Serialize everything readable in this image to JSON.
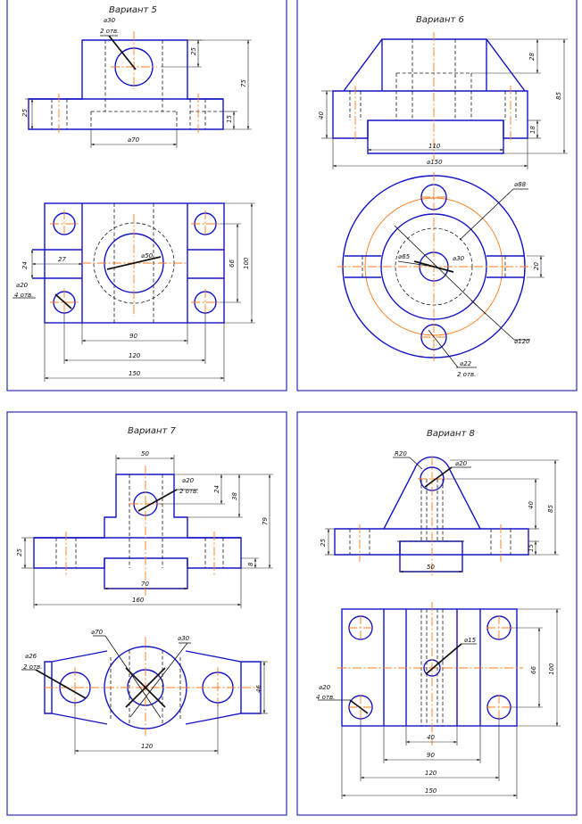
{
  "colors": {
    "frame": "#2b2bb8",
    "outline": "#1515c8",
    "centerline": "#ff7a1a",
    "dimension": "#222222"
  },
  "variants": [
    {
      "title": "Вариант 5",
      "dims": [
        "⌀30",
        "2 отв.",
        "25",
        "75",
        "25",
        "15",
        "⌀70",
        "⌀50",
        "24",
        "27",
        "66",
        "100",
        "⌀20",
        "4 отв.",
        "90",
        "120",
        "150"
      ]
    },
    {
      "title": "Вариант 6",
      "dims": [
        "28",
        "85",
        "40",
        "18",
        "110",
        "⌀150",
        "⌀88",
        "⌀65",
        "⌀30",
        "20",
        "⌀120",
        "⌀22",
        "2 отв."
      ]
    },
    {
      "title": "Вариант 7",
      "dims": [
        "50",
        "⌀20",
        "2 отв.",
        "24",
        "38",
        "79",
        "25",
        "8",
        "70",
        "160",
        "⌀70",
        "⌀30",
        "⌀26",
        "2 отв.",
        "46",
        "120"
      ]
    },
    {
      "title": "Вариант 8",
      "dims": [
        "R20",
        "⌀20",
        "40",
        "85",
        "25",
        "15",
        "50",
        "⌀15",
        "66",
        "100",
        "⌀20",
        "4 отв.",
        "40",
        "90",
        "120",
        "150"
      ]
    }
  ]
}
